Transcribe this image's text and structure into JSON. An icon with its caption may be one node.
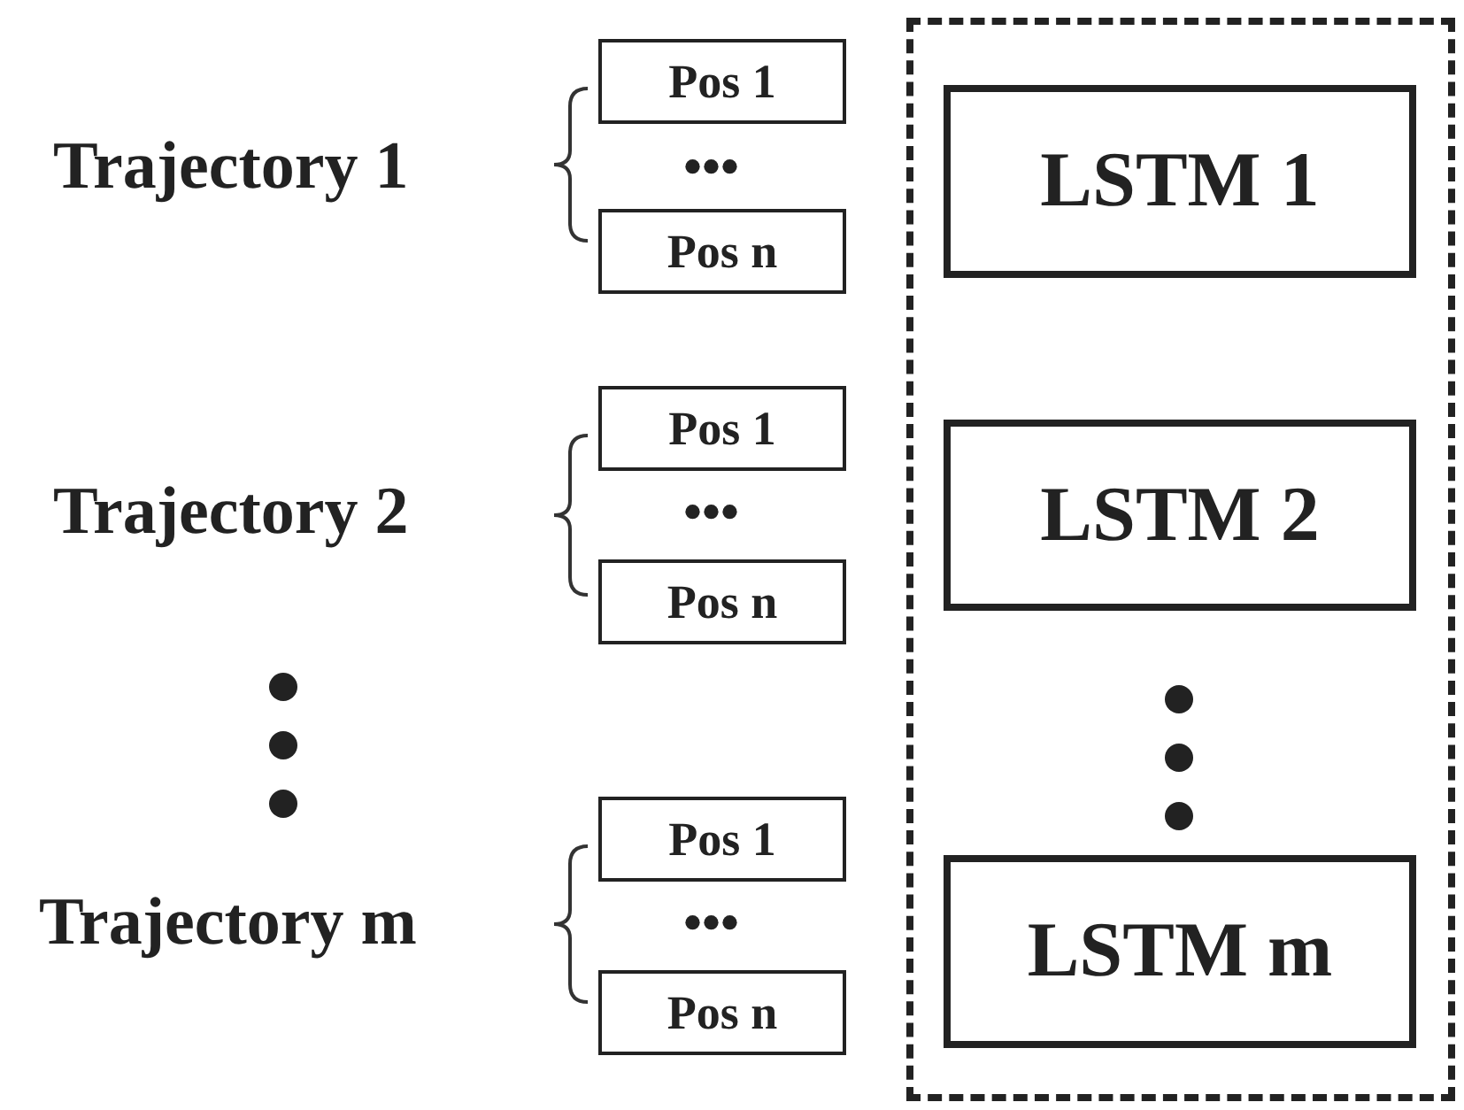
{
  "diagram": {
    "nodes": [
      {
        "text": [
          "Pos 1"
        ]
      },
      {
        "text": [
          "Pos n"
        ]
      },
      {
        "text": [
          "Pos 1"
        ]
      },
      {
        "text": [
          "Pos n"
        ]
      },
      {
        "text": [
          "Pos 1"
        ]
      },
      {
        "text": [
          "Pos n"
        ]
      },
      {
        "text": [],
        "shape": "box"
      },
      {
        "text": [
          "LSTM 1"
        ],
        "in": 6
      },
      {
        "text": [
          "LSTM 2"
        ],
        "in": 6
      },
      {
        "text": [
          "LSTM m"
        ],
        "in": 6
      }
    ],
    "labels": [
      "Trajectory 1",
      "•••",
      "Trajectory 2",
      "•••",
      "Trajectory m",
      "•••"
    ]
  }
}
